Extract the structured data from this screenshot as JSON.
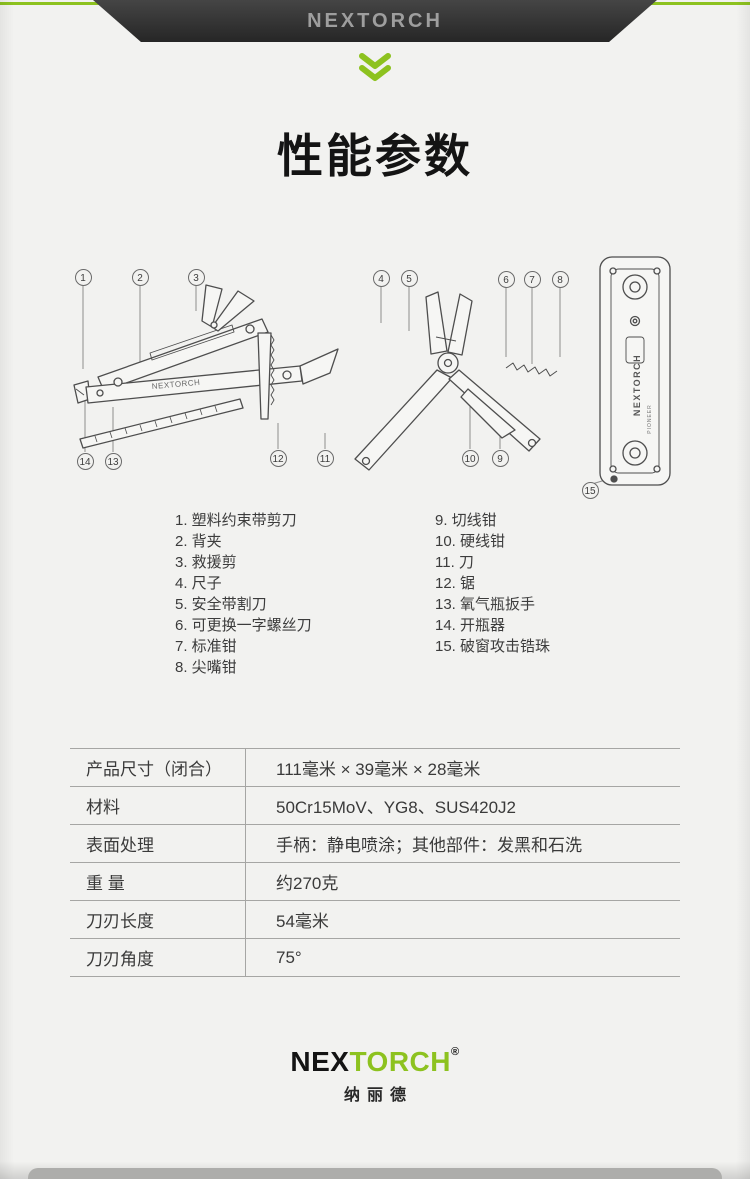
{
  "colors": {
    "accent_green": "#8dc21f",
    "banner_dark": "#333333"
  },
  "banner": {
    "brand": "NEXTORCH"
  },
  "page_title": "性能参数",
  "diagram": {
    "callouts": [
      "1",
      "2",
      "3",
      "4",
      "5",
      "6",
      "7",
      "8",
      "9",
      "10",
      "11",
      "12",
      "13",
      "14",
      "15"
    ],
    "handle_brand": "NEXTORCH",
    "side_brand": "NEXTORCH",
    "side_model": "PIONEER"
  },
  "legend": {
    "left": [
      "1. 塑料约束带剪刀",
      "2. 背夹",
      "3. 救援剪",
      "4. 尺子",
      "5. 安全带割刀",
      "6. 可更换一字螺丝刀",
      "7. 标准钳",
      "8. 尖嘴钳"
    ],
    "right": [
      "9. 切线钳",
      "10. 硬线钳",
      "11. 刀",
      "12. 锯",
      "13. 氧气瓶扳手",
      "14. 开瓶器",
      "15. 破窗攻击锆珠"
    ]
  },
  "spec_table": {
    "rows": [
      {
        "label": "产品尺寸（闭合）",
        "value": "111毫米 × 39毫米 × 28毫米"
      },
      {
        "label": "材料",
        "value": "50Cr15MoV、YG8、SUS420J2"
      },
      {
        "label": "表面处理",
        "value": "手柄：静电喷涂；其他部件：发黑和石洗"
      },
      {
        "label": "重 量",
        "value": "约270克"
      },
      {
        "label": "刀刃长度",
        "value": "54毫米"
      },
      {
        "label": "刀刃角度",
        "value": "75°"
      }
    ]
  },
  "footer": {
    "brand_prefix": "NEX",
    "brand_suffix": "TORCH",
    "registered": "®",
    "brand_cn": "纳丽德"
  }
}
